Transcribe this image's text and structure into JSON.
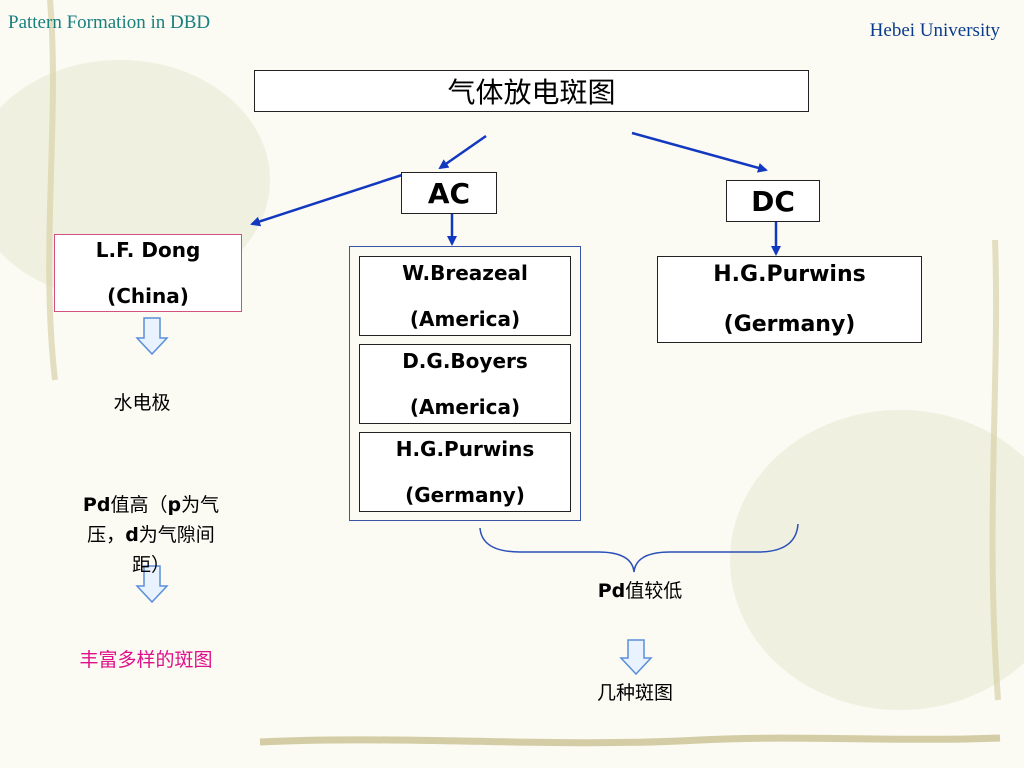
{
  "header": {
    "left": "Pattern Formation in DBD",
    "right": "Hebei University"
  },
  "title": "气体放电斑图",
  "ac": "AC",
  "dc": "DC",
  "dong": {
    "name": "L.F. Dong",
    "country": "(China)"
  },
  "ac_group": [
    {
      "name": "W.Breazeal",
      "country": "(America)"
    },
    {
      "name": "D.G.Boyers",
      "country": "(America)"
    },
    {
      "name": "H.G.Purwins",
      "country": "(Germany)"
    }
  ],
  "dc_item": {
    "name": "H.G.Purwins",
    "country": "(Germany)"
  },
  "left_col": {
    "water_electrode": "水电极",
    "pd_high_line1_a": "Pd",
    "pd_high_line1_b": "值高（",
    "pd_high_line1_c": "p",
    "pd_high_line1_d": "为气",
    "pd_high_line2_a": "压，",
    "pd_high_line2_b": "d",
    "pd_high_line2_c": "为气隙间",
    "pd_high_line3": "距）",
    "rich_patterns": "丰富多样的斑图"
  },
  "right_col": {
    "pd_low_a": "Pd",
    "pd_low_b": "值较低",
    "few_patterns": "几种斑图"
  },
  "colors": {
    "arrow": "#1238c0",
    "hollow_arrow": "#5a8fd8",
    "header_left": "#1a7f7f",
    "header_right": "#0a3b8c",
    "pink_text": "#e0108a"
  }
}
